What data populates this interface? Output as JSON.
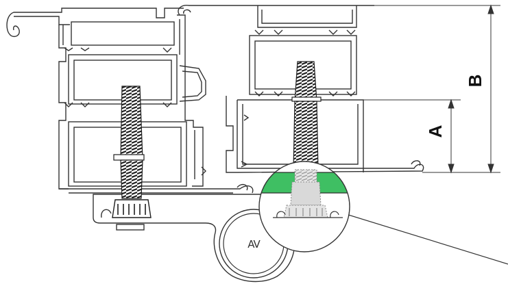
{
  "dimensions": {
    "a_label": "A",
    "b_label": "B"
  },
  "logo": {
    "text": "AV"
  },
  "colors": {
    "profile_stroke": "#333333",
    "profile_fill": "#ffffff",
    "gasket_green": "#3fbf63",
    "screw_dark": "#2a2a2a",
    "ghost_screw": "#bdbdbd"
  }
}
